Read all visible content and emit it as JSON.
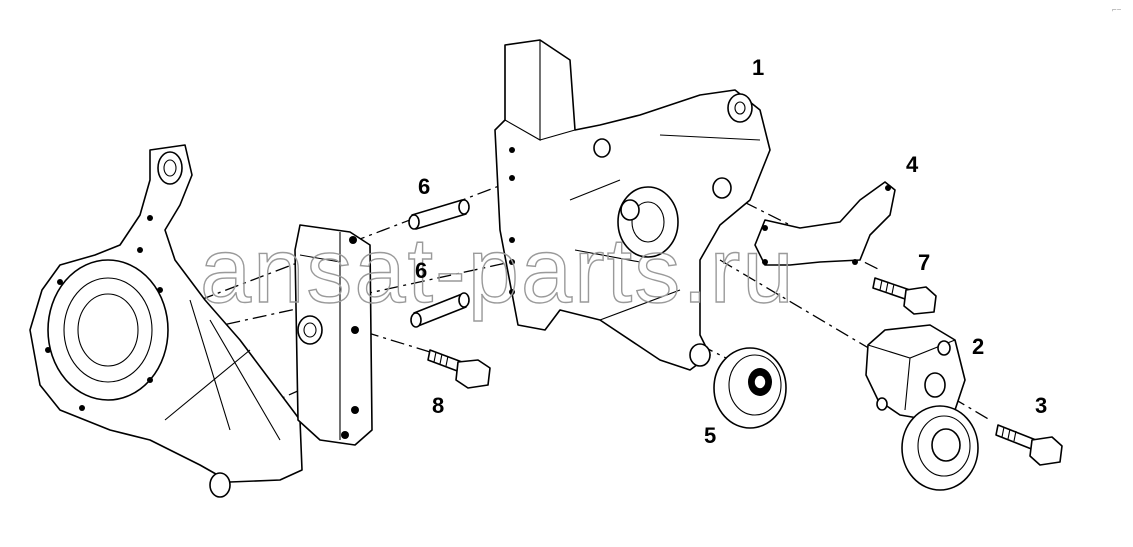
{
  "watermark": "ansat-parts.ru",
  "corner_mark": "⌐−",
  "callouts": {
    "c1": "1",
    "c2": "2",
    "c3": "3",
    "c4": "4",
    "c5": "5",
    "c6a": "6",
    "c6b": "6",
    "c7": "7",
    "c8": "8"
  },
  "colors": {
    "line": "#000000",
    "background": "#ffffff",
    "watermark": "#9a9a9a"
  }
}
